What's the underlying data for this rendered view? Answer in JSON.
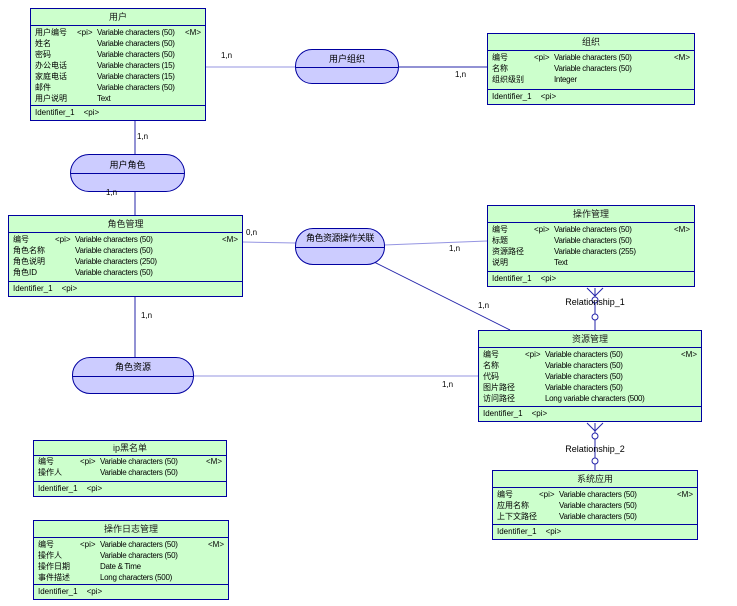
{
  "palette": {
    "entity_fill": "#ccffcc",
    "association_fill": "#ccccff",
    "border": "#0000a0",
    "line_dark": "#2424aa",
    "line_light": "#9595e2",
    "background": "#ffffff"
  },
  "entities": [
    {
      "title": "用户",
      "rows": [
        {
          "name": "用户编号",
          "pi": "<pi>",
          "type": "Variable characters (50)",
          "m": "<M>"
        },
        {
          "name": "姓名",
          "pi": "",
          "type": "Variable characters (50)",
          "m": ""
        },
        {
          "name": "密码",
          "pi": "",
          "type": "Variable characters (50)",
          "m": ""
        },
        {
          "name": "办公电话",
          "pi": "",
          "type": "Variable characters (15)",
          "m": ""
        },
        {
          "name": "家庭电话",
          "pi": "",
          "type": "Variable characters (15)",
          "m": ""
        },
        {
          "name": "邮件",
          "pi": "",
          "type": "Variable characters (50)",
          "m": ""
        },
        {
          "name": "用户说明",
          "pi": "",
          "type": "Text",
          "m": ""
        }
      ],
      "identifier": "Identifier_1",
      "identifier_pi": "<pi>"
    },
    {
      "title": "组织",
      "rows": [
        {
          "name": "编号",
          "pi": "<pi>",
          "type": "Variable characters (50)",
          "m": "<M>"
        },
        {
          "name": "名称",
          "pi": "",
          "type": "Variable characters (50)",
          "m": ""
        },
        {
          "name": "组织级别",
          "pi": "",
          "type": "Integer",
          "m": ""
        }
      ],
      "identifier": "Identifier_1",
      "identifier_pi": "<pi>"
    },
    {
      "title": "角色管理",
      "rows": [
        {
          "name": "编号",
          "pi": "<pi>",
          "type": "Variable characters (50)",
          "m": "<M>"
        },
        {
          "name": "角色名称",
          "pi": "",
          "type": "Variable characters (50)",
          "m": ""
        },
        {
          "name": "角色说明",
          "pi": "",
          "type": "Variable characters (250)",
          "m": ""
        },
        {
          "name": "角色ID",
          "pi": "",
          "type": "Variable characters (50)",
          "m": ""
        }
      ],
      "identifier": "Identifier_1",
      "identifier_pi": "<pi>"
    },
    {
      "title": "操作管理",
      "rows": [
        {
          "name": "编号",
          "pi": "<pi>",
          "type": "Variable characters (50)",
          "m": "<M>"
        },
        {
          "name": "标题",
          "pi": "",
          "type": "Variable characters (50)",
          "m": ""
        },
        {
          "name": "资源路径",
          "pi": "",
          "type": "Variable characters (255)",
          "m": ""
        },
        {
          "name": "说明",
          "pi": "",
          "type": "Text",
          "m": ""
        }
      ],
      "identifier": "Identifier_1",
      "identifier_pi": "<pi>"
    },
    {
      "title": "资源管理",
      "rows": [
        {
          "name": "编号",
          "pi": "<pi>",
          "type": "Variable characters (50)",
          "m": "<M>"
        },
        {
          "name": "名称",
          "pi": "",
          "type": "Variable characters (50)",
          "m": ""
        },
        {
          "name": "代码",
          "pi": "",
          "type": "Variable characters (50)",
          "m": ""
        },
        {
          "name": "图片路径",
          "pi": "",
          "type": "Variable characters (50)",
          "m": ""
        },
        {
          "name": "访问路径",
          "pi": "",
          "type": "Long variable characters (500)",
          "m": ""
        }
      ],
      "identifier": "Identifier_1",
      "identifier_pi": "<pi>"
    },
    {
      "title": "ip黑名单",
      "rows": [
        {
          "name": "编号",
          "pi": "<pi>",
          "type": "Variable characters (50)",
          "m": "<M>"
        },
        {
          "name": "操作人",
          "pi": "",
          "type": "Variable characters (50)",
          "m": ""
        }
      ],
      "identifier": "Identifier_1",
      "identifier_pi": "<pi>"
    },
    {
      "title": "操作日志管理",
      "rows": [
        {
          "name": "编号",
          "pi": "<pi>",
          "type": "Variable characters (50)",
          "m": "<M>"
        },
        {
          "name": "操作人",
          "pi": "",
          "type": "Variable characters (50)",
          "m": ""
        },
        {
          "name": "操作日期",
          "pi": "",
          "type": "Date & Time",
          "m": ""
        },
        {
          "name": "事件描述",
          "pi": "",
          "type": "Long characters (500)",
          "m": ""
        }
      ],
      "identifier": "Identifier_1",
      "identifier_pi": "<pi>"
    },
    {
      "title": "系统应用",
      "rows": [
        {
          "name": "编号",
          "pi": "<pi>",
          "type": "Variable characters (50)",
          "m": "<M>"
        },
        {
          "name": "应用名称",
          "pi": "",
          "type": "Variable characters (50)",
          "m": ""
        },
        {
          "name": "上下文路径",
          "pi": "",
          "type": "Variable characters (50)",
          "m": ""
        }
      ],
      "identifier": "Identifier_1",
      "identifier_pi": "<pi>"
    }
  ],
  "associations": [
    {
      "title": "用户组织"
    },
    {
      "title": "用户角色"
    },
    {
      "title": "角色资源操作关联"
    },
    {
      "title": "角色资源"
    }
  ],
  "labels": [
    {
      "text": "1,n"
    },
    {
      "text": "1,n"
    },
    {
      "text": "1,n"
    },
    {
      "text": "1,n"
    },
    {
      "text": "0,n"
    },
    {
      "text": "1,n"
    },
    {
      "text": "1,n"
    },
    {
      "text": "1,n"
    },
    {
      "text": "1,n"
    },
    {
      "text": "Relationship_1"
    },
    {
      "text": "Relationship_2"
    }
  ]
}
